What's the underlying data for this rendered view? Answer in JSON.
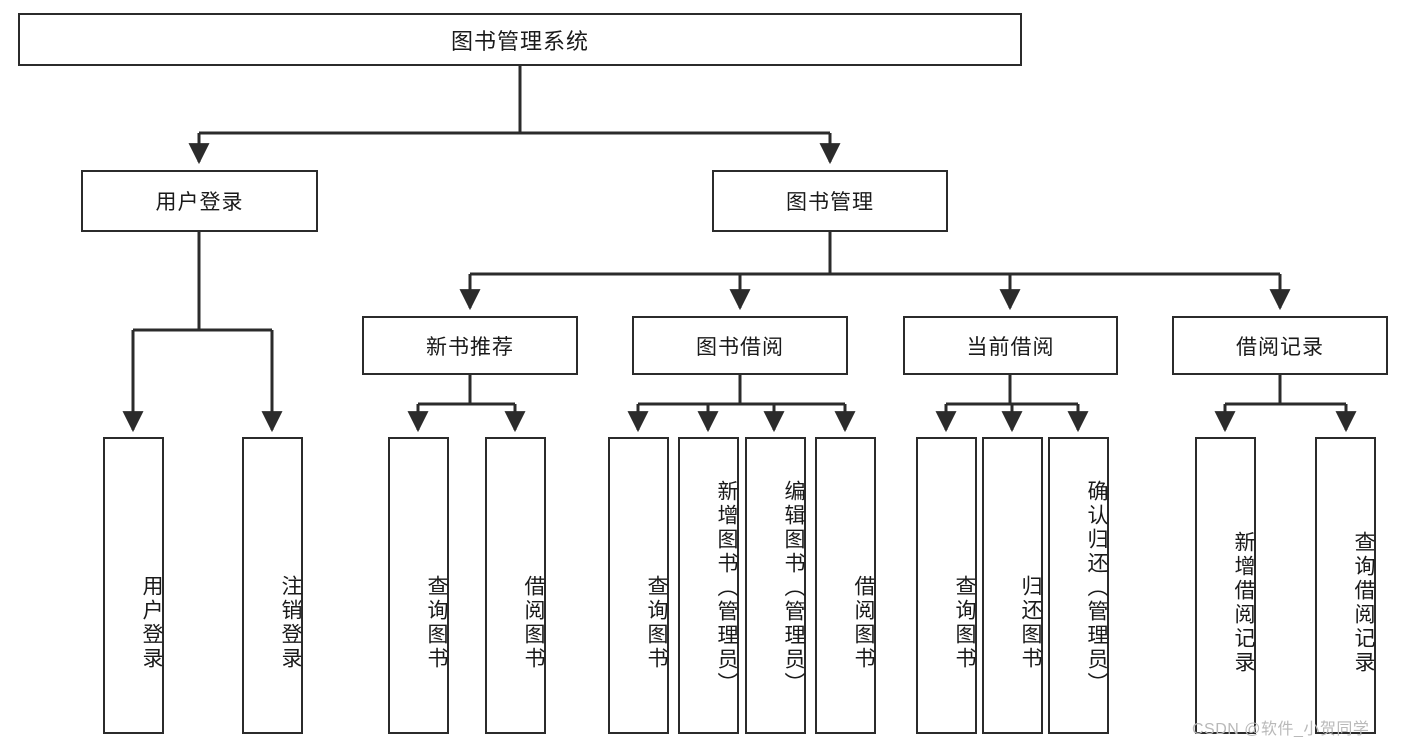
{
  "diagram": {
    "type": "hierarchy-tree",
    "title": "图书管理系统",
    "root": {
      "label": "图书管理系统"
    },
    "level2": [
      {
        "id": "user-login",
        "label": "用户登录"
      },
      {
        "id": "book-management",
        "label": "图书管理"
      }
    ],
    "level3": [
      {
        "id": "new-book-recommend",
        "label": "新书推荐",
        "parent": "book-management"
      },
      {
        "id": "book-borrow",
        "label": "图书借阅",
        "parent": "book-management"
      },
      {
        "id": "current-borrow",
        "label": "当前借阅",
        "parent": "book-management"
      },
      {
        "id": "borrow-record",
        "label": "借阅记录",
        "parent": "book-management"
      }
    ],
    "leaves": [
      {
        "id": "leaf-user-login",
        "label": "用户登录",
        "parent": "user-login"
      },
      {
        "id": "leaf-logout-login",
        "label": "注销登录",
        "parent": "user-login"
      },
      {
        "id": "leaf-query-book-1",
        "label": "查询图书",
        "parent": "new-book-recommend"
      },
      {
        "id": "leaf-borrow-book-1",
        "label": "借阅图书",
        "parent": "new-book-recommend"
      },
      {
        "id": "leaf-query-book-2",
        "label": "查询图书",
        "parent": "book-borrow"
      },
      {
        "id": "leaf-add-book",
        "label": "新增图书（管理员）",
        "parent": "book-borrow"
      },
      {
        "id": "leaf-edit-book",
        "label": "编辑图书（管理员）",
        "parent": "book-borrow"
      },
      {
        "id": "leaf-borrow-book-2",
        "label": "借阅图书",
        "parent": "book-borrow"
      },
      {
        "id": "leaf-query-book-3",
        "label": "查询图书",
        "parent": "current-borrow"
      },
      {
        "id": "leaf-return-book",
        "label": "归还图书",
        "parent": "current-borrow"
      },
      {
        "id": "leaf-confirm-return",
        "label": "确认归还（管理员）",
        "parent": "current-borrow"
      },
      {
        "id": "leaf-add-record",
        "label": "新增借阅记录",
        "parent": "borrow-record"
      },
      {
        "id": "leaf-query-record",
        "label": "查询借阅记录",
        "parent": "borrow-record"
      }
    ],
    "colors": {
      "stroke": "#2b2b2b",
      "fill": "#ffffff",
      "text": "#1a1a1a",
      "watermark": "#b9b9b9"
    }
  },
  "watermark": {
    "text": "CSDN @软件_小贺同学"
  }
}
